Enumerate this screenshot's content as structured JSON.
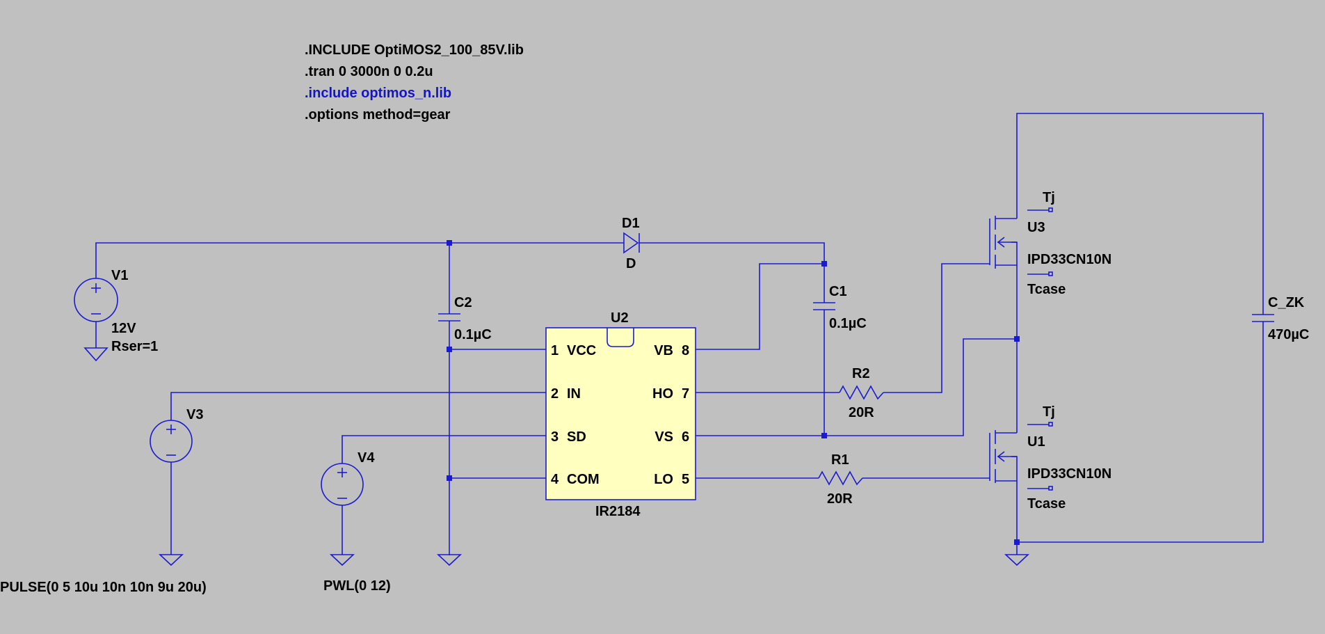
{
  "directives": [
    {
      "text": ".INCLUDE OptiMOS2_100_85V.lib",
      "color": "#000000"
    },
    {
      "text": ".tran 0 3000n 0 0.2u",
      "color": "#000000"
    },
    {
      "text": ".include optimos_n.lib",
      "color": "#1515c8"
    },
    {
      "text": ".options method=gear",
      "color": "#000000"
    }
  ],
  "components": {
    "V1": {
      "name": "V1",
      "value": "12V",
      "param": "Rser=1"
    },
    "V3": {
      "name": "V3",
      "value": "PULSE(0 5 10u 10n 10n 9u 20u)"
    },
    "V4": {
      "name": "V4",
      "value": "PWL(0 12)"
    },
    "C2": {
      "name": "C2",
      "value": "0.1µC"
    },
    "C1": {
      "name": "C1",
      "value": "0.1µC"
    },
    "C_ZK": {
      "name": "C_ZK",
      "value": "470µC"
    },
    "D1": {
      "name": "D1",
      "value": "D"
    },
    "R1": {
      "name": "R1",
      "value": "20R"
    },
    "R2": {
      "name": "R2",
      "value": "20R"
    },
    "U2": {
      "name": "U2",
      "part": "IR2184",
      "left_pins": [
        {
          "num": "1",
          "name": "VCC"
        },
        {
          "num": "2",
          "name": "IN"
        },
        {
          "num": "3",
          "name": "SD"
        },
        {
          "num": "4",
          "name": "COM"
        }
      ],
      "right_pins": [
        {
          "num": "8",
          "name": "VB"
        },
        {
          "num": "7",
          "name": "HO"
        },
        {
          "num": "6",
          "name": "VS"
        },
        {
          "num": "5",
          "name": "LO"
        }
      ]
    },
    "U3": {
      "name": "U3",
      "part": "IPD33CN10N",
      "pin_tj": "Tj",
      "pin_tcase": "Tcase"
    },
    "U1": {
      "name": "U1",
      "part": "IPD33CN10N",
      "pin_tj": "Tj",
      "pin_tcase": "Tcase"
    }
  },
  "colors": {
    "background": "#c0c0c0",
    "wire": "#1a1ad0",
    "chip_fill": "#ffffc0",
    "text": "#000000",
    "directive_accent": "#1515c8"
  }
}
